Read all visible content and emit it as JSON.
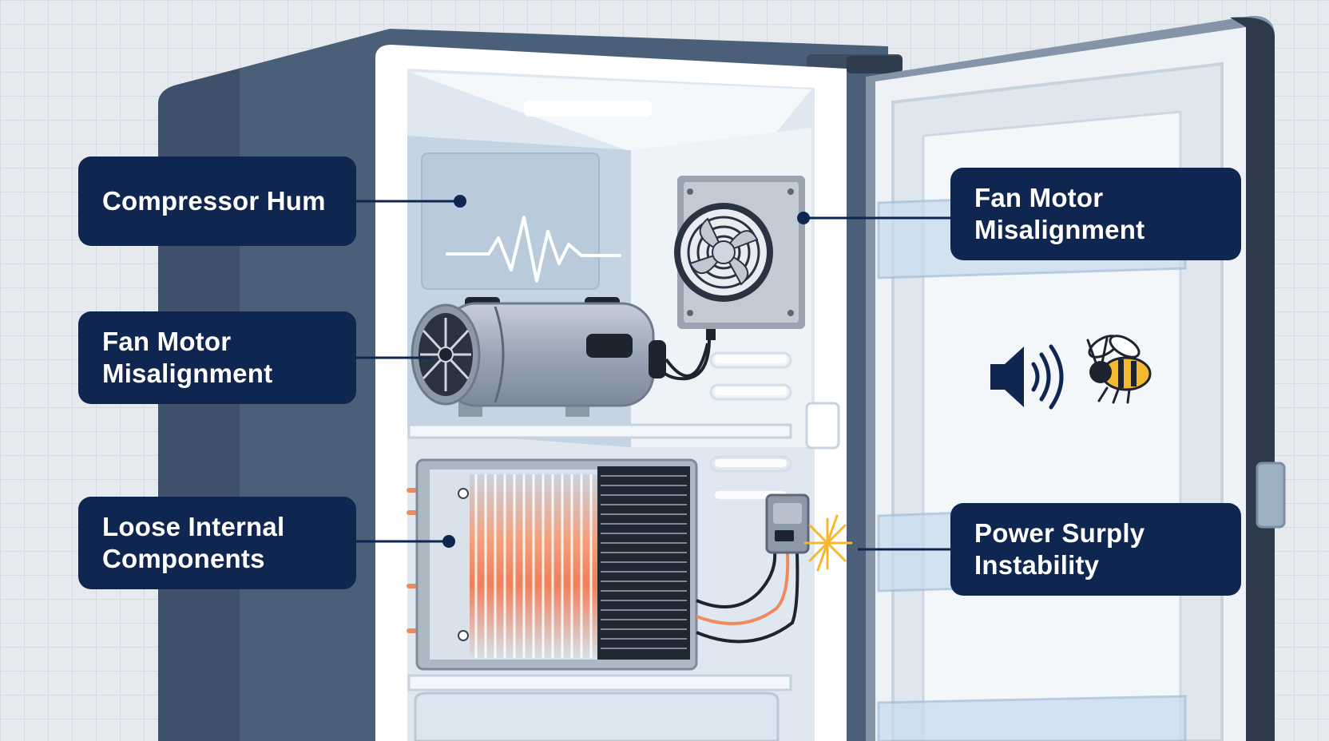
{
  "labels": {
    "compressor_hum": {
      "lines": [
        "Compressor Hum"
      ]
    },
    "fan_motor_left": {
      "lines": [
        "Fan Motor",
        "Misalignment"
      ]
    },
    "loose_components": {
      "lines": [
        "Loose Internal",
        "Components"
      ]
    },
    "fan_motor_right": {
      "lines": [
        "Fan Motor",
        "Misalignment"
      ]
    },
    "power_supply": {
      "lines": [
        "Power Surply",
        "Instability"
      ]
    }
  },
  "icons": [
    "speaker-icon",
    "bee-icon",
    "spark-icon",
    "sound-wave-icon",
    "fan-icon",
    "compressor-icon",
    "condenser-coil-icon"
  ],
  "colors": {
    "label_bg": "#0f2650",
    "label_text": "#ffffff",
    "fridge_body": "#4f627b",
    "interior": "#eef3f8",
    "connector": "#0f2650",
    "heat": "#f08a5d",
    "spark": "#f5b82e"
  }
}
